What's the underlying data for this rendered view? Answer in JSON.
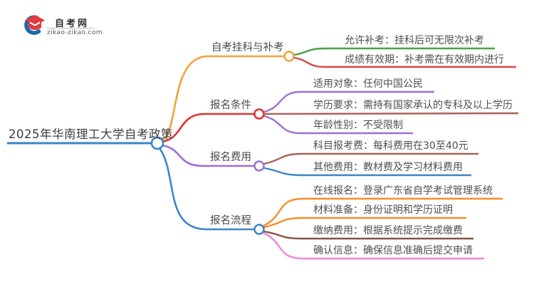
{
  "brand": {
    "name": "自考网",
    "domain": "zikao-zikao.com",
    "icon": "graduation-cap-with-swoosh",
    "icon_colors": {
      "cap": "#e03c3c",
      "swoosh": "#1a67b0"
    }
  },
  "mindmap": {
    "root": {
      "label": "2025年华南理工大学自考政策",
      "color": "#3d85c6"
    },
    "branches": [
      {
        "label": "自考挂科与补考",
        "color": "#f7a13c",
        "children": [
          {
            "label": "允许补考：挂科后可无限次补考",
            "color": "#46a349"
          },
          {
            "label": "成绩有效期：补考需在有效期内进行",
            "color": "#df4545"
          }
        ]
      },
      {
        "label": "报名条件",
        "color": "#e03131",
        "children": [
          {
            "label": "适用对象：任何中国公民",
            "color": "#9e6fd4"
          },
          {
            "label": "学历要求：需持有国家承认的专科及以上学历",
            "color": "#aa6258"
          },
          {
            "label": "年龄性别：不受限制",
            "color": "#9e6fd4"
          }
        ]
      },
      {
        "label": "报名费用",
        "color": "#9e6fd4",
        "children": [
          {
            "label": "科目报考费：每科费用在30至40元",
            "color": "#aa6258"
          },
          {
            "label": "其他费用：教材费及学习材料费用",
            "color": "#3d85c6"
          }
        ]
      },
      {
        "label": "报名流程",
        "color": "#3d85c6",
        "children": [
          {
            "label": "在线报名：登录广东省自学考试管理系统",
            "color": "#f88d2a"
          },
          {
            "label": "材料准备：身份证明和学历证明",
            "color": "#f88d2a"
          },
          {
            "label": "缴纳费用：根据系统提示完成缴费",
            "color": "#855249"
          },
          {
            "label": "确认信息：确保信息准确后提交申请",
            "color": "#ef86d5"
          }
        ]
      }
    ]
  }
}
